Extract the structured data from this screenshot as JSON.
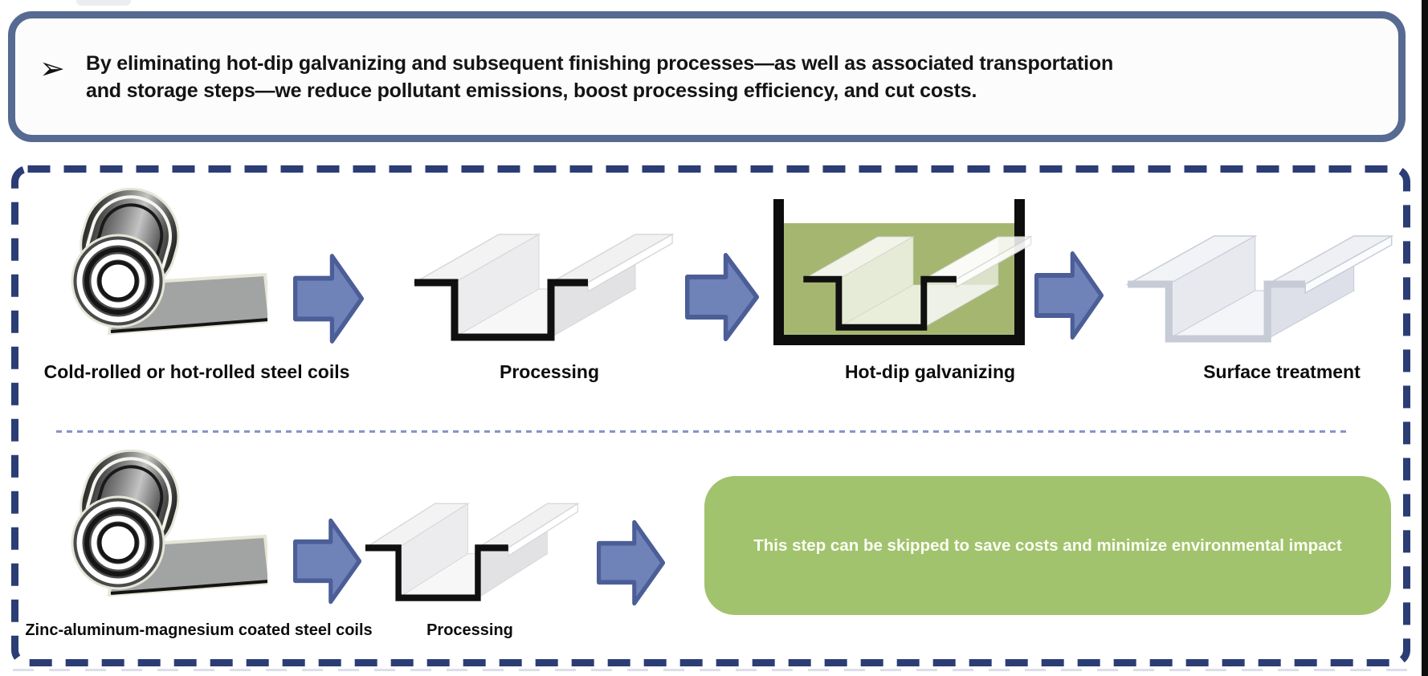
{
  "header": {
    "bullet": "➢",
    "lines": [
      "By eliminating hot-dip galvanizing and subsequent finishing processes—as well as associated transportation",
      "and storage steps—we reduce pollutant emissions, boost processing efficiency, and cut costs."
    ]
  },
  "flow_top": {
    "steps": [
      {
        "label": "Cold-rolled or hot-rolled steel coils",
        "icon": "steel-coil-icon"
      },
      {
        "label": "Processing",
        "icon": "channel-profile-icon"
      },
      {
        "label": "Hot-dip galvanizing",
        "icon": "galvanizing-tank-icon"
      },
      {
        "label": "Surface treatment",
        "icon": "coated-channel-profile-icon"
      }
    ]
  },
  "flow_bottom": {
    "steps": [
      {
        "label": "Zinc-aluminum-magnesium coated steel coils",
        "icon": "steel-coil-icon"
      },
      {
        "label": "Processing",
        "icon": "channel-profile-icon"
      }
    ],
    "note": "This step can be skipped to save costs and minimize environmental impact"
  },
  "colors": {
    "container_dashed_border": "#2b3d74",
    "callout_border": "#566a92",
    "arrow_fill": "#6f83b8",
    "arrow_stroke": "#4c5e97",
    "tank_liquid_green": "#a5b671",
    "note_green": "#a2c36d",
    "divider_blue": "#8694c8"
  }
}
